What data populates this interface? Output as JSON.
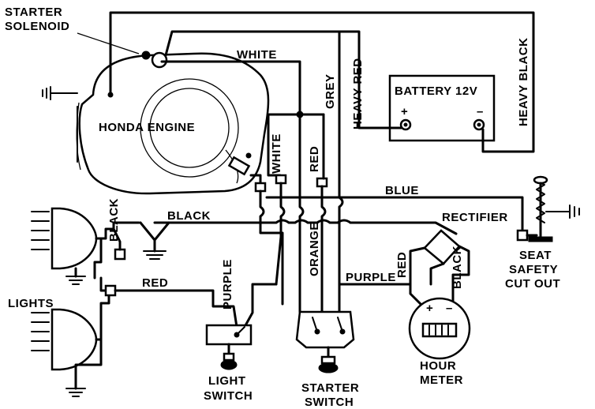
{
  "diagram": {
    "components": {
      "starter_solenoid": "STARTER\nSOLENOID",
      "engine": "HONDA ENGINE",
      "battery": "BATTERY 12V",
      "battery_plus": "+",
      "battery_minus": "–",
      "rectifier": "RECTIFIER",
      "seat_safety": "SEAT\nSAFETY\nCUT OUT",
      "lights": "LIGHTS",
      "light_switch": "LIGHT\nSWITCH",
      "starter_switch": "STARTER\nSWITCH",
      "hour_meter": "HOUR\nMETER",
      "hour_meter_plus": "+",
      "hour_meter_minus": "–"
    },
    "wires": {
      "white_top": "WHITE",
      "grey": "GREY",
      "heavy_red": "HEAVY RED",
      "heavy_black": "HEAVY BLACK",
      "white_engine": "WHITE",
      "red_engine": "RED",
      "blue": "BLUE",
      "black": "BLACK",
      "black_lamp": "BLACK",
      "red_lamp": "RED",
      "purple_left": "PURPLE",
      "orange": "ORANGE",
      "purple_right": "PURPLE",
      "red_rectifier": "RED",
      "black_rectifier": "BLACK"
    }
  }
}
